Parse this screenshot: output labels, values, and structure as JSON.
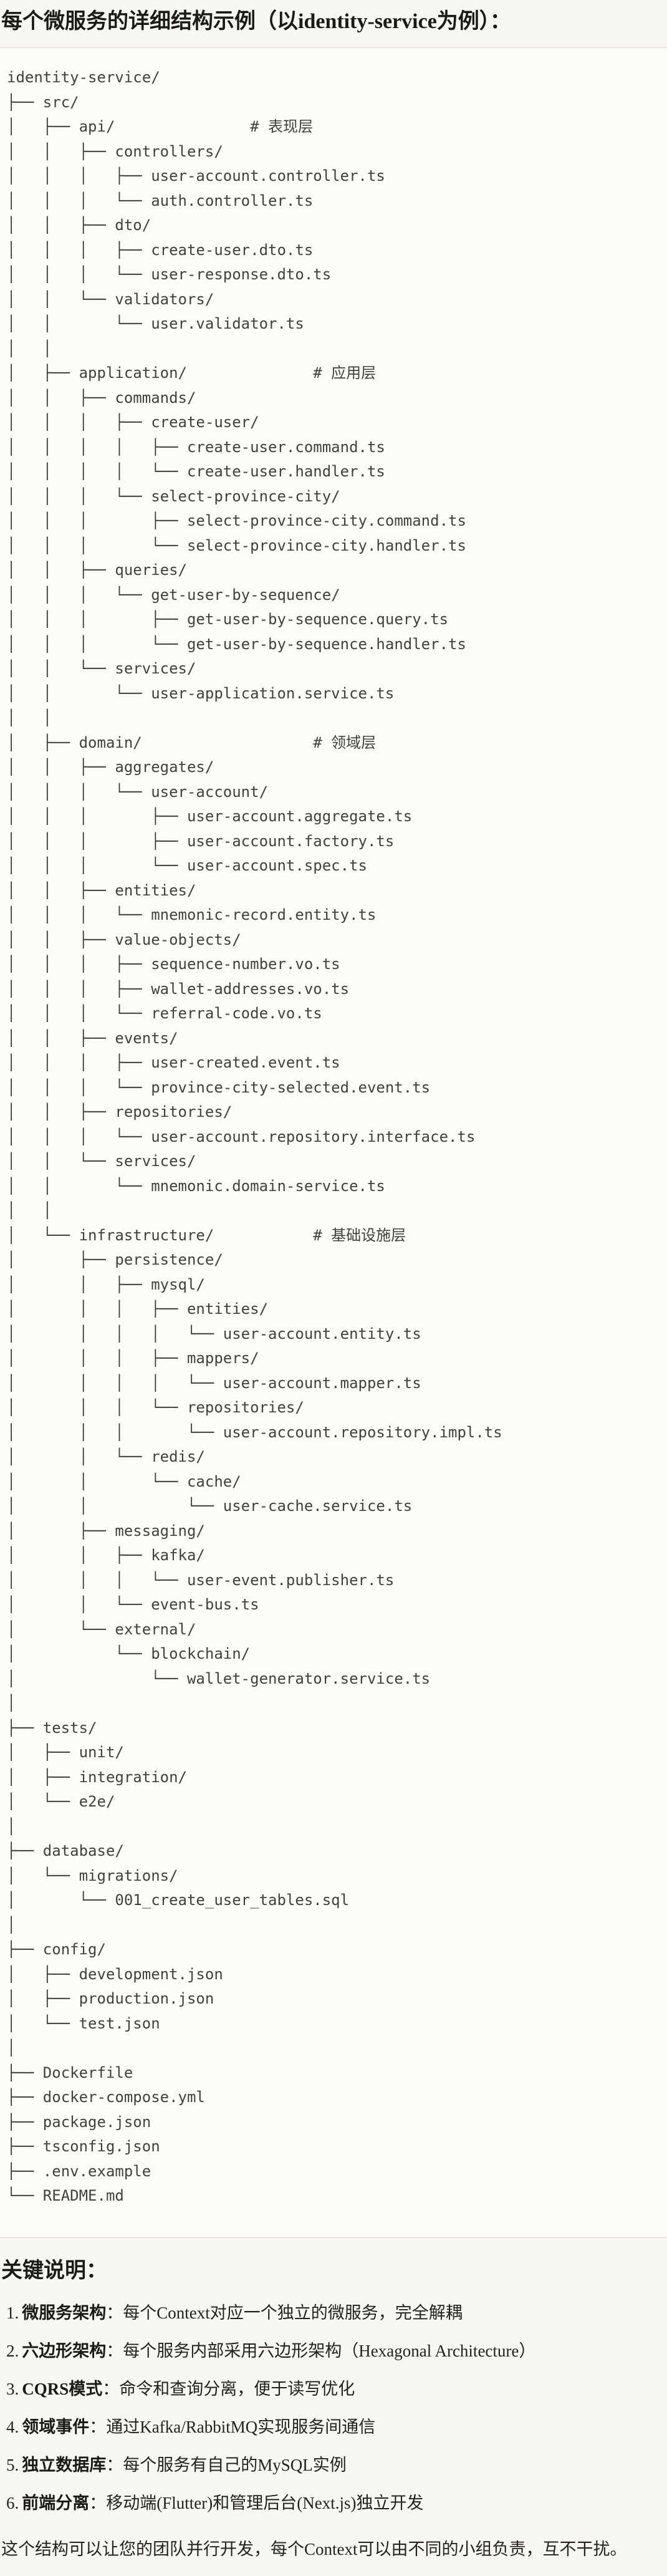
{
  "page": {
    "title": "每个微服务的详细结构示例（以identity-service为例）："
  },
  "tree": {
    "lines": [
      "identity-service/",
      "├── src/",
      "│   ├── api/               # 表现层",
      "│   │   ├── controllers/",
      "│   │   │   ├── user-account.controller.ts",
      "│   │   │   └── auth.controller.ts",
      "│   │   ├── dto/",
      "│   │   │   ├── create-user.dto.ts",
      "│   │   │   └── user-response.dto.ts",
      "│   │   └── validators/",
      "│   │       └── user.validator.ts",
      "│   │",
      "│   ├── application/              # 应用层",
      "│   │   ├── commands/",
      "│   │   │   ├── create-user/",
      "│   │   │   │   ├── create-user.command.ts",
      "│   │   │   │   └── create-user.handler.ts",
      "│   │   │   └── select-province-city/",
      "│   │   │       ├── select-province-city.command.ts",
      "│   │   │       └── select-province-city.handler.ts",
      "│   │   ├── queries/",
      "│   │   │   └── get-user-by-sequence/",
      "│   │   │       ├── get-user-by-sequence.query.ts",
      "│   │   │       └── get-user-by-sequence.handler.ts",
      "│   │   └── services/",
      "│   │       └── user-application.service.ts",
      "│   │",
      "│   ├── domain/                   # 领域层",
      "│   │   ├── aggregates/",
      "│   │   │   └── user-account/",
      "│   │   │       ├── user-account.aggregate.ts",
      "│   │   │       ├── user-account.factory.ts",
      "│   │   │       └── user-account.spec.ts",
      "│   │   ├── entities/",
      "│   │   │   └── mnemonic-record.entity.ts",
      "│   │   ├── value-objects/",
      "│   │   │   ├── sequence-number.vo.ts",
      "│   │   │   ├── wallet-addresses.vo.ts",
      "│   │   │   └── referral-code.vo.ts",
      "│   │   ├── events/",
      "│   │   │   ├── user-created.event.ts",
      "│   │   │   └── province-city-selected.event.ts",
      "│   │   ├── repositories/",
      "│   │   │   └── user-account.repository.interface.ts",
      "│   │   └── services/",
      "│   │       └── mnemonic.domain-service.ts",
      "│   │",
      "│   └── infrastructure/           # 基础设施层",
      "│       ├── persistence/",
      "│       │   ├── mysql/",
      "│       │   │   ├── entities/",
      "│       │   │   │   └── user-account.entity.ts",
      "│       │   │   ├── mappers/",
      "│       │   │   │   └── user-account.mapper.ts",
      "│       │   │   └── repositories/",
      "│       │   │       └── user-account.repository.impl.ts",
      "│       │   └── redis/",
      "│       │       └── cache/",
      "│       │           └── user-cache.service.ts",
      "│       ├── messaging/",
      "│       │   ├── kafka/",
      "│       │   │   └── user-event.publisher.ts",
      "│       │   └── event-bus.ts",
      "│       └── external/",
      "│           └── blockchain/",
      "│               └── wallet-generator.service.ts",
      "│",
      "├── tests/",
      "│   ├── unit/",
      "│   ├── integration/",
      "│   └── e2e/",
      "│",
      "├── database/",
      "│   └── migrations/",
      "│       └── 001_create_user_tables.sql",
      "│",
      "├── config/",
      "│   ├── development.json",
      "│   ├── production.json",
      "│   └── test.json",
      "│",
      "├── Dockerfile",
      "├── docker-compose.yml",
      "├── package.json",
      "├── tsconfig.json",
      "├── .env.example",
      "└── README.md"
    ]
  },
  "notes": {
    "heading": "关键说明：",
    "items": [
      {
        "num": "1.",
        "label": "微服务架构",
        "desc": "：每个Context对应一个独立的微服务，完全解耦"
      },
      {
        "num": "2.",
        "label": "六边形架构",
        "desc": "：每个服务内部采用六边形架构（Hexagonal Architecture）"
      },
      {
        "num": "3.",
        "label": "CQRS模式",
        "desc": "：命令和查询分离，便于读写优化"
      },
      {
        "num": "4.",
        "label": "领域事件",
        "desc": "：通过Kafka/RabbitMQ实现服务间通信"
      },
      {
        "num": "5.",
        "label": "独立数据库",
        "desc": "：每个服务有自己的MySQL实例"
      },
      {
        "num": "6.",
        "label": "前端分离",
        "desc": "：移动端(Flutter)和管理后台(Next.js)独立开发"
      }
    ],
    "closing": "这个结构可以让您的团队并行开发，每个Context可以由不同的小组负责，互不干扰。"
  }
}
